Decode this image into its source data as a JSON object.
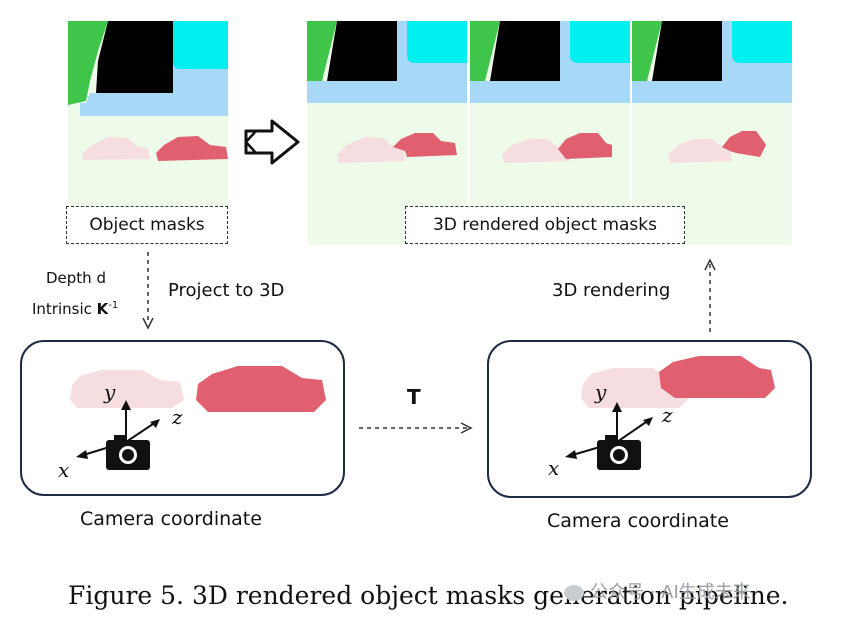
{
  "labels": {
    "object_masks": "Object masks",
    "rendered_masks": "3D rendered object masks",
    "depth": "Depth d",
    "intrinsic": "Intrinsic ",
    "intrinsic_k": "K",
    "intrinsic_sup": "-1",
    "project": "Project to 3D",
    "rendering": "3D rendering",
    "transform": "T",
    "camera_left": "Camera coordinate",
    "camera_right": "Camera coordinate"
  },
  "axes": {
    "x": "x",
    "y": "y",
    "z": "z"
  },
  "caption": "Figure 5. 3D rendered object masks generation pipeline.",
  "watermark": "公众号 · AI生成未来",
  "colors": {
    "green": "#3fc64a",
    "cyan": "#00f0f0",
    "blue": "#a8d8f8",
    "ground": "#eefaea",
    "car_dark": "#e06070",
    "car_light": "#f6dde0"
  }
}
